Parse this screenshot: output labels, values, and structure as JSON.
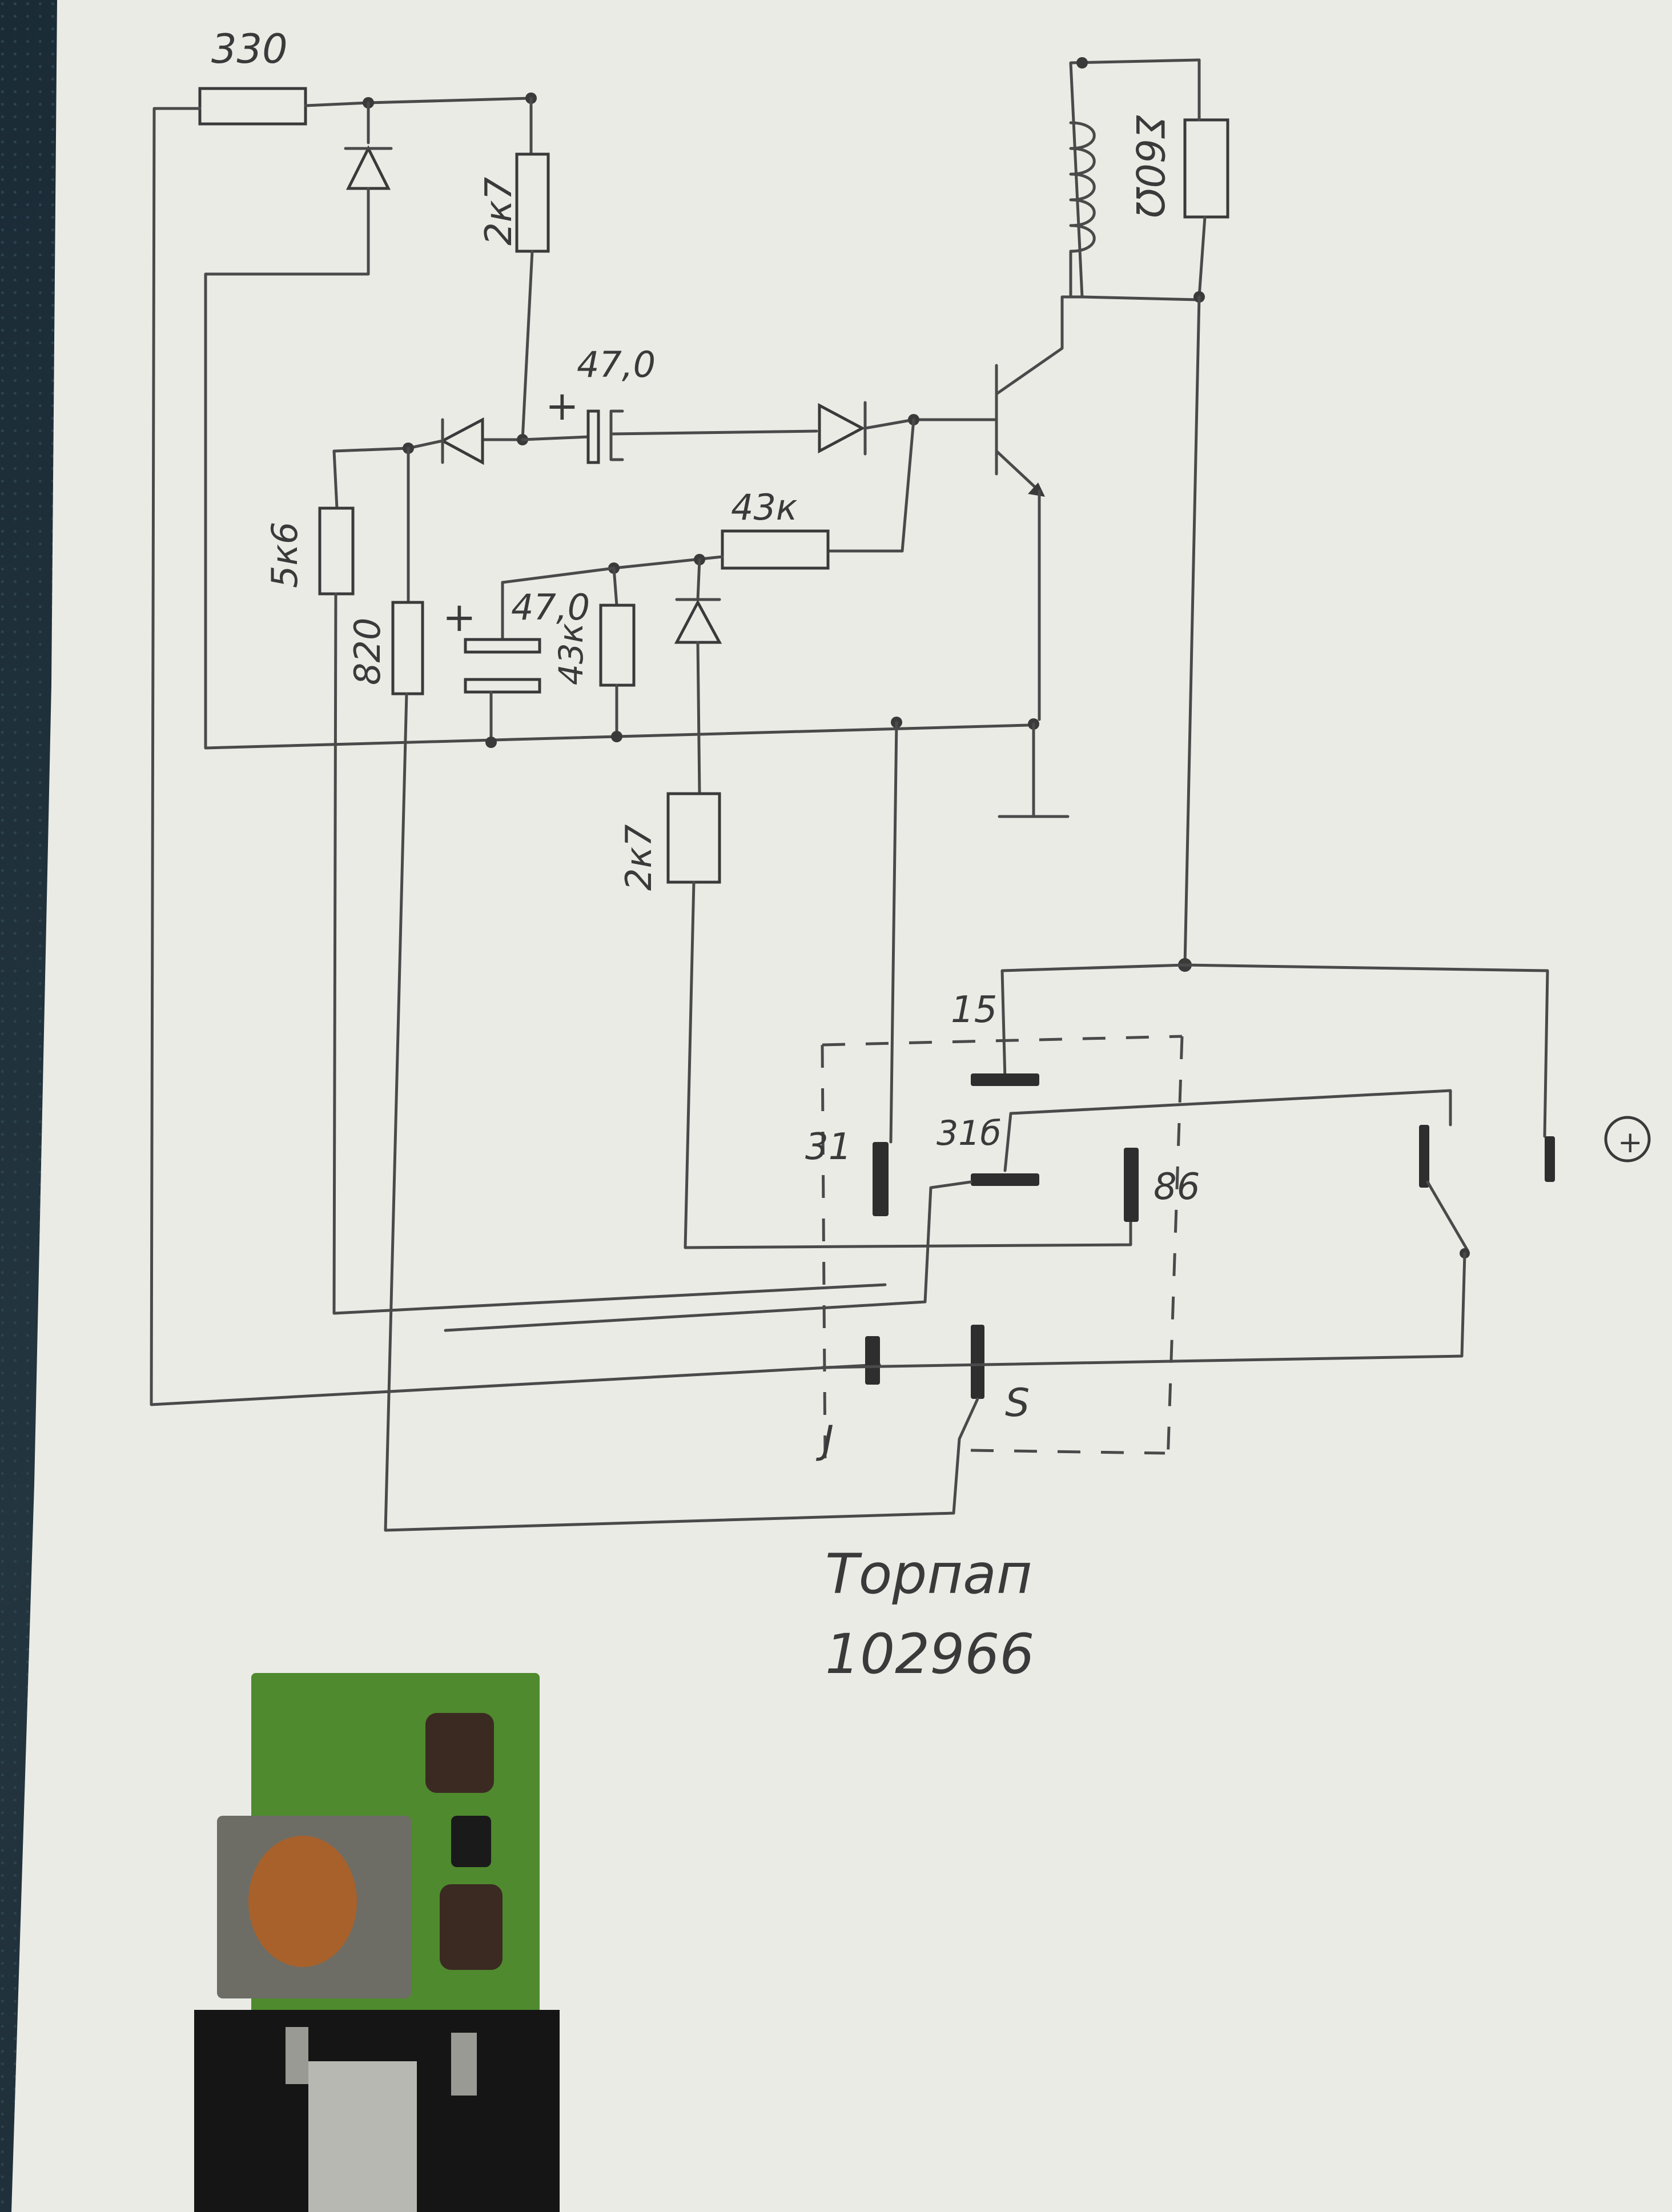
{
  "schematic": {
    "resistors": {
      "r_top": "330",
      "r_2k7_upper": "2к7",
      "r_5k6": "5к6",
      "r_820": "820",
      "r_43k_upper": "43к",
      "r_43k_lower": "43к",
      "r_2k7_lower": "2к7"
    },
    "capacitors": {
      "c_upper": "47,0",
      "c_lower": "47,0",
      "c_upper_plus": "+",
      "c_lower_plus": "+"
    },
    "coil_resistor": "Σ60Ω",
    "terminals": {
      "t15": "15",
      "t31": "31",
      "t31b": "31б",
      "t86": "86",
      "tJ": "J",
      "tS": "S",
      "plus": "+"
    },
    "caption_line1": "Торпап",
    "caption_line2": "102966"
  },
  "colors": {
    "paper": "#ebebe6",
    "ink": "#3a3a3a",
    "background": "#1b2a33",
    "pcb": "#4f8a2e"
  }
}
